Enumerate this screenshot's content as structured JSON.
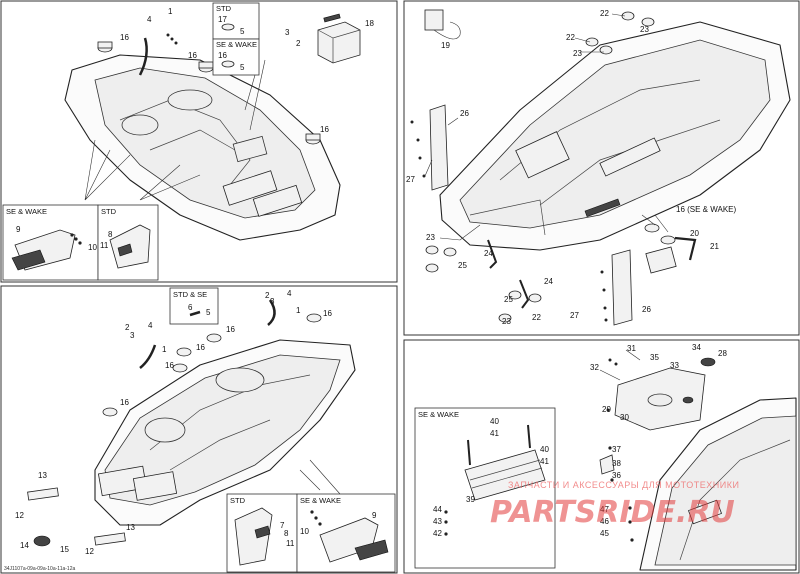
{
  "panels": {
    "top_left": {
      "callouts": [
        "1",
        "2",
        "3",
        "4",
        "16",
        "16",
        "16",
        "18",
        "9",
        "10",
        "8",
        "11"
      ],
      "boxes": [
        {
          "label": "STD",
          "parts": [
            "17",
            "5"
          ]
        },
        {
          "label": "SE & WAKE",
          "parts": [
            "16",
            "5"
          ]
        },
        {
          "label": "SE & WAKE"
        },
        {
          "label": "STD"
        }
      ]
    },
    "top_right": {
      "callouts": [
        "22",
        "23",
        "22",
        "23",
        "19",
        "26",
        "27",
        "23",
        "25",
        "24",
        "16 (SE & WAKE)",
        "20",
        "21",
        "24",
        "25",
        "23",
        "22",
        "26",
        "27"
      ]
    },
    "bottom_left": {
      "callouts": [
        "1",
        "2",
        "3",
        "4",
        "6",
        "5",
        "1",
        "2",
        "3",
        "4",
        "16",
        "16",
        "16",
        "16",
        "16",
        "13",
        "12",
        "14",
        "15",
        "13",
        "12"
      ],
      "boxes": [
        {
          "label": "STD & SE"
        },
        {
          "label": "STD",
          "parts": [
            "7",
            "8",
            "11"
          ]
        },
        {
          "label": "SE & WAKE",
          "parts": [
            "9",
            "10"
          ]
        }
      ]
    },
    "bottom_right": {
      "callouts": [
        "31",
        "35",
        "33",
        "34",
        "28",
        "32",
        "29",
        "30",
        "37",
        "38",
        "36",
        "47",
        "46",
        "45"
      ],
      "boxes": [
        {
          "label": "SE & WAKE",
          "parts": [
            "40",
            "41",
            "40",
            "41",
            "39",
            "44",
            "43",
            "42"
          ]
        }
      ]
    }
  },
  "watermark": {
    "text": "ЗАПЧАСТИ И АКСЕССУАРЫ ДЛЯ МОТОТЕХНИКИ",
    "logo": "PARTSRIDE.RU"
  },
  "footer_code": "34J1107a-09a-09a-10a-11a-12a"
}
